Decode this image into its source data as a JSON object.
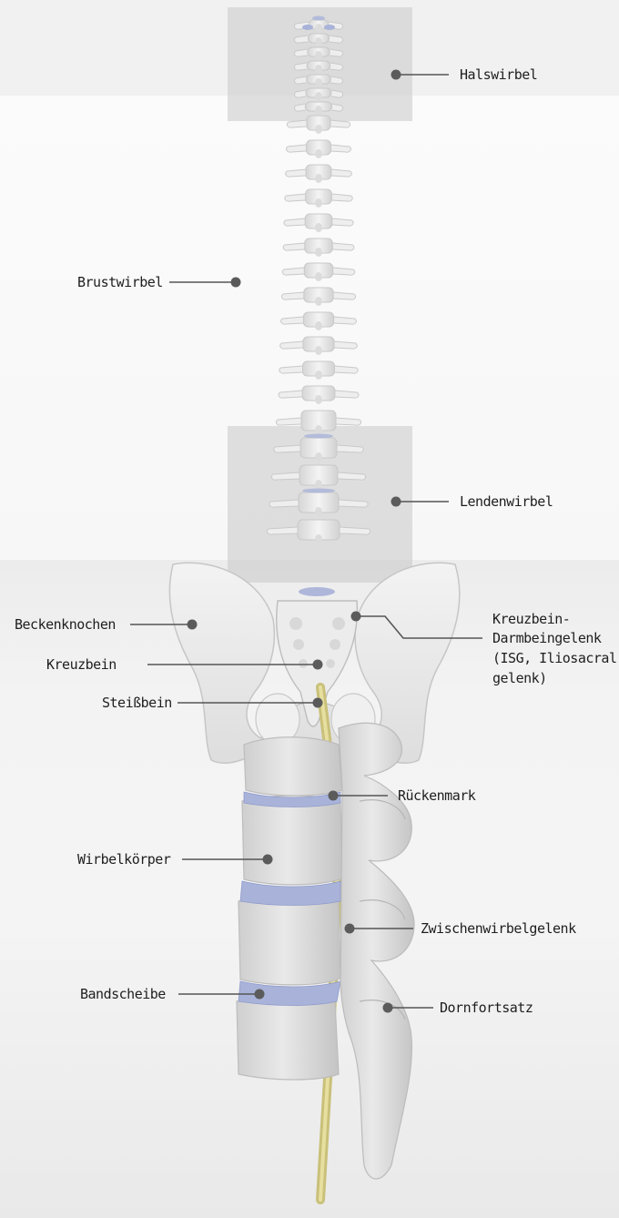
{
  "spine_labels": {
    "halswirbel": "Halswirbel",
    "brustwirbel": "Brustwirbel",
    "lendenwirbel": "Lendenwirbel",
    "beckenknochen": "Beckenknochen",
    "kreuzbein": "Kreuzbein",
    "isg_line1": "Kreuzbein-",
    "isg_line2": "Darmbeingelenk",
    "isg_line3": "(ISG, Iliosacral-",
    "isg_line4": "gelenk)",
    "steissbein": "Steißbein"
  },
  "segment_labels": {
    "rueckenmark": "Rückenmark",
    "wirbelkoerper": "Wirbelkörper",
    "zwischenwirbelgelenk": "Zwischenwirbelgelenk",
    "bandscheibe": "Bandscheibe",
    "dornfortsatz": "Dornfortsatz"
  },
  "colors": {
    "bone": "#eeeeee",
    "bone_shadow": "#c9c9c9",
    "disc": "#a9b3d9",
    "nerve": "#c9c07a",
    "panel": "#c8c8c8",
    "line": "#555555"
  }
}
